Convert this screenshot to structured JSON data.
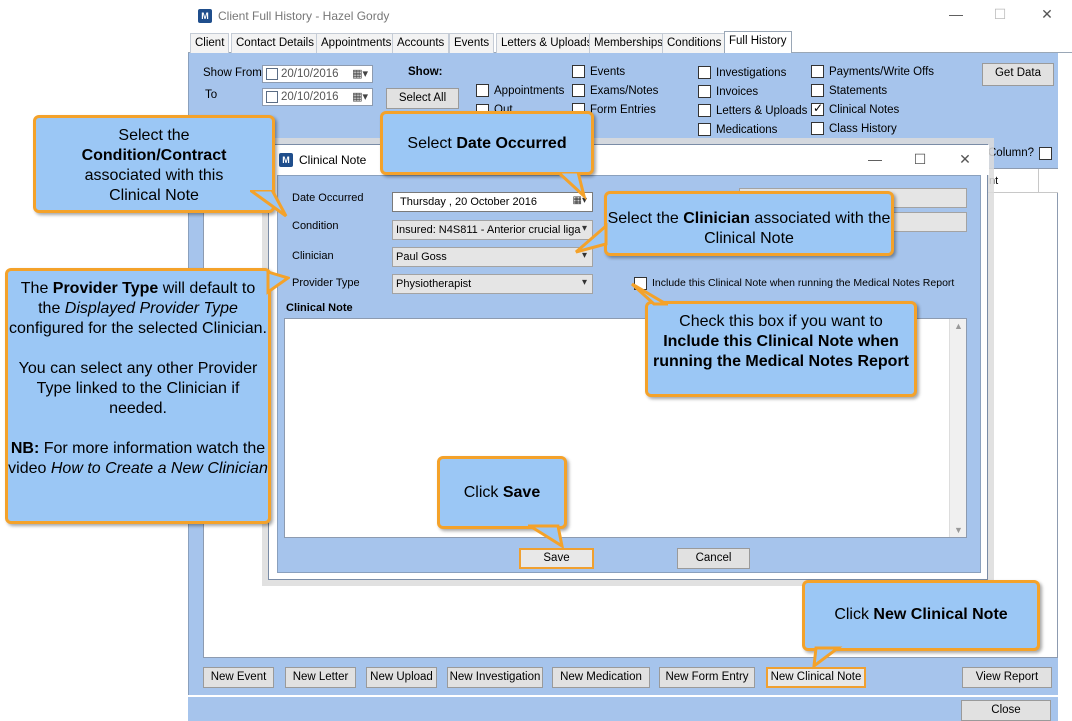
{
  "window": {
    "title": "Client Full History - Hazel Gordy",
    "logo": "mi-logo-icon",
    "controls": {
      "minimize": "—",
      "maximize": "☐",
      "close": "✕"
    }
  },
  "tabs": [
    "Client",
    "Contact Details",
    "Appointments",
    "Accounts",
    "Events",
    "Letters & Uploads",
    "Memberships",
    "Conditions",
    "Full History"
  ],
  "active_tab": "Full History",
  "filters": {
    "show_from_label": "Show From",
    "to_label": "To",
    "show_from_value": "20/10/2016",
    "to_value": "20/10/2016",
    "show_label": "Show:",
    "select_all": "Select All",
    "get_data": "Get Data",
    "column_label": "Column?",
    "checkboxes": [
      {
        "label": "Appointments",
        "checked": false
      },
      {
        "label": "Events",
        "checked": false
      },
      {
        "label": "Exams/Notes",
        "checked": false
      },
      {
        "label": "Form Entries",
        "checked": false
      },
      {
        "label": "Investigations",
        "checked": false
      },
      {
        "label": "Invoices",
        "checked": false
      },
      {
        "label": "Letters & Uploads",
        "checked": false
      },
      {
        "label": "Medications",
        "checked": false
      },
      {
        "label": "Payments/Write Offs",
        "checked": false
      },
      {
        "label": "Statements",
        "checked": false
      },
      {
        "label": "Clinical Notes",
        "checked": true
      },
      {
        "label": "Class History",
        "checked": false
      }
    ],
    "partial_fragments": {
      "appointments_below": "Out",
      "grid_header": "nt"
    }
  },
  "dialog": {
    "title": "Clinical Note",
    "date_occurred_label": "Date Occurred",
    "date_occurred_value": "Thursday  , 20  October  2016",
    "condition_label": "Condition",
    "condition_value": "Insured: N4S811 -  Anterior crucial liga",
    "clinician_label": "Clinician",
    "clinician_value": "Paul Goss",
    "provider_type_label": "Provider Type",
    "provider_type_value": "Physiotherapist",
    "include_label": "Include this Clinical Note when running the Medical Notes Report",
    "include_checked": false,
    "clinical_note_label": "Clinical Note",
    "clinical_note_value": "",
    "save": "Save",
    "cancel": "Cancel",
    "controls": {
      "minimize": "—",
      "maximize": "☐",
      "close": "✕"
    }
  },
  "bottom_buttons": [
    "New Event",
    "New Letter",
    "New Upload",
    "New Investigation",
    "New Medication",
    "New Form Entry",
    "New Clinical Note",
    "View Report"
  ],
  "close": "Close",
  "callouts": {
    "condition": {
      "pre": "Select the",
      "bold": "Condition/Contract",
      "post": "associated with this Clinical Note"
    },
    "date": {
      "pre": "Select ",
      "bold": "Date Occurred"
    },
    "clinician": {
      "pre": "Select the ",
      "bold": "Clinician",
      "post": " associated with the Clinical Note"
    },
    "provider": {
      "pre": "The ",
      "bold": "Provider Type",
      "mid": " will default to the ",
      "italic": "Displayed Provider Type",
      "post": " configured for the selected Clinician.",
      "para2": "You can select any other Provider Type linked to the Clinician if needed.",
      "nb": "NB:",
      "nb_text": " For more information watch the video ",
      "nb_italic": "How to Create a New Clinician"
    },
    "include": {
      "pre": "Check this box if you want to",
      "bold": "Include this Clinical Note when running the Medical Notes Report"
    },
    "save": {
      "pre": "Click ",
      "bold": "Save"
    },
    "new_note": {
      "pre": "Click ",
      "bold": "New Clinical Note"
    }
  },
  "colors": {
    "panel_blue": "#a6c4ec",
    "callout_blue": "#9bc7f5",
    "callout_border": "#f4a22a"
  }
}
